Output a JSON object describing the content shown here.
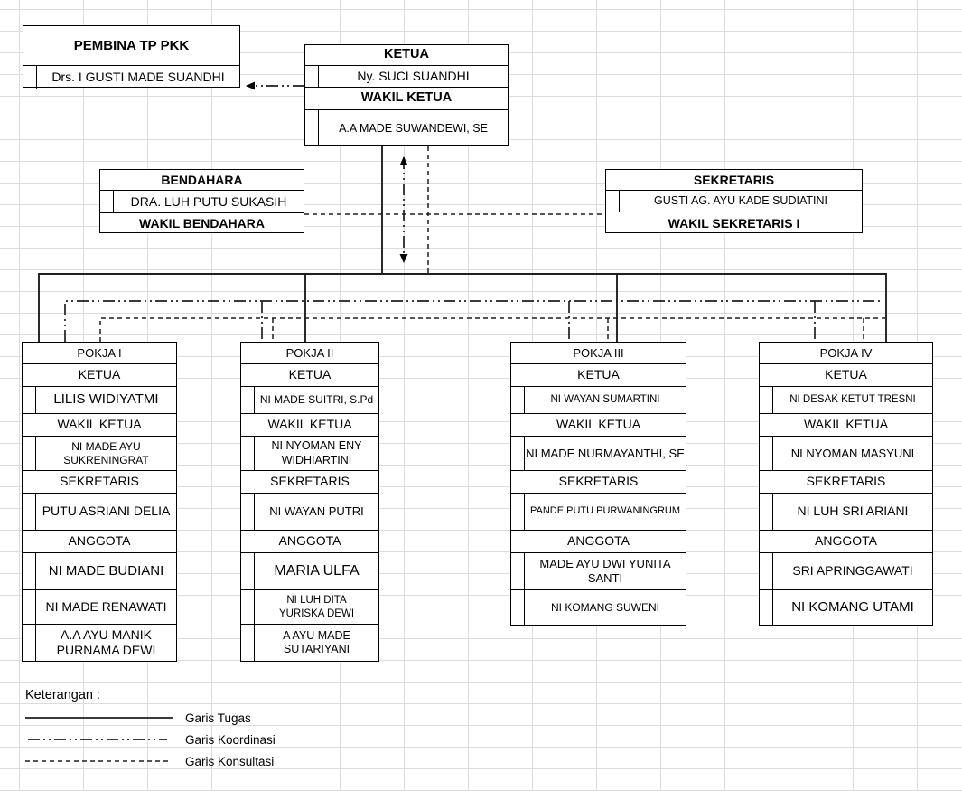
{
  "colors": {
    "box_border": "#000000",
    "grid_line": "#dcdcdc",
    "text": "#000000"
  },
  "pembina": {
    "title": "PEMBINA TP PKK",
    "name": "Drs. I GUSTI MADE SUANDHI"
  },
  "ketua": {
    "title": "KETUA",
    "name": "Ny. SUCI SUANDHI",
    "title2": "WAKIL KETUA",
    "name2": "A.A MADE SUWANDEWI, SE"
  },
  "bendahara": {
    "title": "BENDAHARA",
    "name": "DRA. LUH PUTU SUKASIH",
    "title2": "WAKIL BENDAHARA"
  },
  "sekretaris": {
    "title": "SEKRETARIS",
    "name": "GUSTI AG. AYU KADE SUDIATINI",
    "title2": "WAKIL SEKRETARIS I"
  },
  "pokja": [
    {
      "rows": [
        {
          "kind": "title",
          "text": "POKJA I",
          "fs": 13
        },
        {
          "kind": "header",
          "text": "KETUA",
          "fs": 14
        },
        {
          "kind": "name",
          "text": "LILIS WIDIYATMI",
          "fs": 15
        },
        {
          "kind": "header",
          "text": "WAKIL KETUA",
          "fs": 14
        },
        {
          "kind": "name",
          "text": "NI MADE AYU\nSUKRENINGRAT",
          "fs": 12
        },
        {
          "kind": "header",
          "text": "SEKRETARIS",
          "fs": 14
        },
        {
          "kind": "name",
          "text": "PUTU ASRIANI DELIA",
          "fs": 14
        },
        {
          "kind": "header",
          "text": "ANGGOTA",
          "fs": 14
        },
        {
          "kind": "name",
          "text": "NI MADE BUDIANI",
          "fs": 15
        },
        {
          "kind": "name",
          "text": "NI MADE RENAWATI",
          "fs": 14
        },
        {
          "kind": "name",
          "text": "A.A AYU MANIK\nPURNAMA DEWI",
          "fs": 14
        }
      ]
    },
    {
      "rows": [
        {
          "kind": "title",
          "text": "POKJA II",
          "fs": 13
        },
        {
          "kind": "header",
          "text": "KETUA",
          "fs": 14
        },
        {
          "kind": "name",
          "text": "NI MADE SUITRI, S.Pd",
          "fs": 12
        },
        {
          "kind": "header",
          "text": "WAKIL KETUA",
          "fs": 14
        },
        {
          "kind": "name",
          "text": "NI NYOMAN ENY\nWIDHIARTINI",
          "fs": 12.5
        },
        {
          "kind": "header",
          "text": "SEKRETARIS",
          "fs": 14
        },
        {
          "kind": "name",
          "text": "NI WAYAN PUTRI",
          "fs": 13
        },
        {
          "kind": "header",
          "text": "ANGGOTA",
          "fs": 14
        },
        {
          "kind": "name",
          "text": "MARIA ULFA",
          "fs": 16
        },
        {
          "kind": "name",
          "text": "NI LUH DITA\nYURISKA DEWI",
          "fs": 11.5
        },
        {
          "kind": "name",
          "text": "A AYU MADE SUTARIYANI",
          "fs": 12.5
        }
      ]
    },
    {
      "rows": [
        {
          "kind": "title",
          "text": "POKJA III",
          "fs": 13
        },
        {
          "kind": "header",
          "text": "KETUA",
          "fs": 14
        },
        {
          "kind": "name",
          "text": "NI WAYAN SUMARTINI",
          "fs": 11.5
        },
        {
          "kind": "header",
          "text": "WAKIL KETUA",
          "fs": 14
        },
        {
          "kind": "name",
          "text": "NI MADE NURMAYANTHI, SE",
          "fs": 13
        },
        {
          "kind": "header",
          "text": "SEKRETARIS",
          "fs": 14
        },
        {
          "kind": "name",
          "text": "PANDE PUTU PURWANINGRUM",
          "fs": 11
        },
        {
          "kind": "header",
          "text": "ANGGOTA",
          "fs": 14
        },
        {
          "kind": "name",
          "text": "MADE AYU DWI YUNITA\nSANTI",
          "fs": 13
        },
        {
          "kind": "name",
          "text": "NI KOMANG SUWENI",
          "fs": 12
        }
      ]
    },
    {
      "rows": [
        {
          "kind": "title",
          "text": "POKJA IV",
          "fs": 13
        },
        {
          "kind": "header",
          "text": "KETUA",
          "fs": 14
        },
        {
          "kind": "name",
          "text": "NI DESAK KETUT TRESNI",
          "fs": 11.5
        },
        {
          "kind": "header",
          "text": "WAKIL KETUA",
          "fs": 14
        },
        {
          "kind": "name",
          "text": "NI NYOMAN MASYUNI",
          "fs": 13
        },
        {
          "kind": "header",
          "text": "SEKRETARIS",
          "fs": 14
        },
        {
          "kind": "name",
          "text": "NI LUH SRI ARIANI",
          "fs": 14
        },
        {
          "kind": "header",
          "text": "ANGGOTA",
          "fs": 14
        },
        {
          "kind": "name",
          "text": "SRI APRINGGAWATI",
          "fs": 14
        },
        {
          "kind": "name",
          "text": "NI KOMANG UTAMI",
          "fs": 15
        }
      ]
    }
  ],
  "legend": {
    "title": "Keterangan :",
    "items": [
      {
        "style": "solid",
        "label": "Garis Tugas"
      },
      {
        "style": "dashdot",
        "label": "Garis Koordinasi"
      },
      {
        "style": "dashed",
        "label": "Garis Konsultasi"
      }
    ]
  }
}
